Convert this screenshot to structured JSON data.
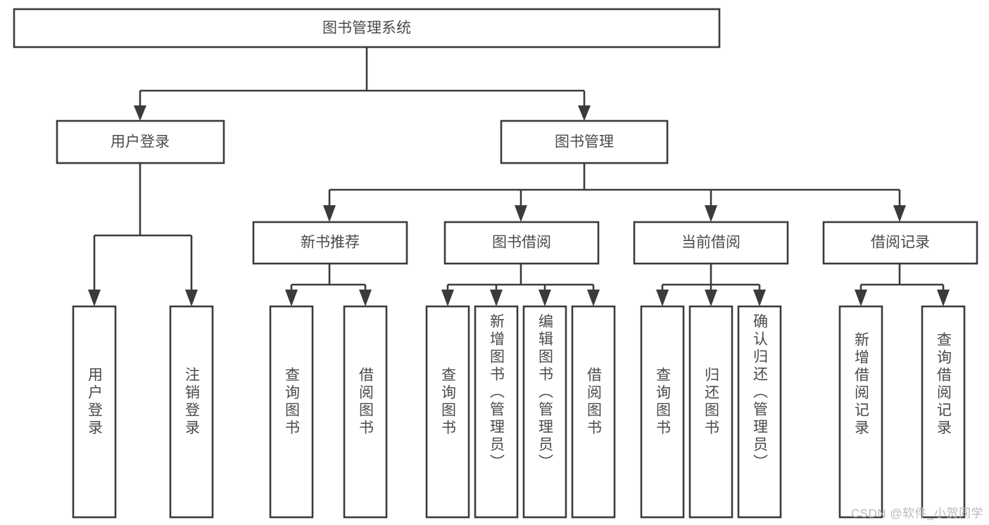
{
  "diagram": {
    "title": "图书管理系统",
    "type": "tree-hierarchy-chart",
    "watermark": "CSDN @软件_小贺同学",
    "colors": {
      "box_stroke": "#3b3b3b",
      "box_fill": "#ffffff",
      "text": "#4a4a4a",
      "connector": "#3b3b3b",
      "watermark": "#b9b9b9",
      "background": "#ffffff"
    },
    "root": {
      "label": "图书管理系统"
    },
    "level2": [
      {
        "label": "用户登录"
      },
      {
        "label": "图书管理"
      }
    ],
    "level3": [
      {
        "label": "新书推荐"
      },
      {
        "label": "图书借阅"
      },
      {
        "label": "当前借阅"
      },
      {
        "label": "借阅记录"
      }
    ],
    "leaves": {
      "user_login": [
        {
          "label": "用户登录"
        },
        {
          "label": "注销登录"
        }
      ],
      "new_book_recommend": [
        {
          "label": "查询图书"
        },
        {
          "label": "借阅图书"
        }
      ],
      "book_borrow": [
        {
          "label": "查询图书"
        },
        {
          "label": "新增图书（管理员）"
        },
        {
          "label": "编辑图书（管理员）"
        },
        {
          "label": "借阅图书"
        }
      ],
      "current_borrow": [
        {
          "label": "查询图书"
        },
        {
          "label": "归还图书"
        },
        {
          "label": "确认归还（管理员）"
        }
      ],
      "borrow_records": [
        {
          "label": "新增借阅记录"
        },
        {
          "label": "查询借阅记录"
        }
      ]
    }
  }
}
